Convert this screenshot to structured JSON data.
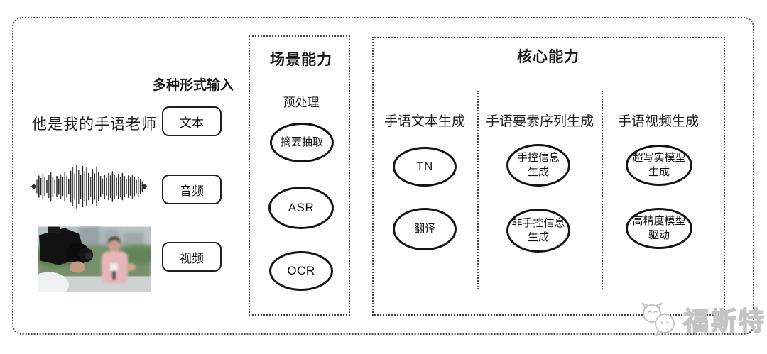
{
  "colors": {
    "background": "#ffffff",
    "ink": "#1c1c1c",
    "border": "#4d4d4d",
    "watermark": "#c4c4c4"
  },
  "input_section": {
    "label": "多种形式输入",
    "text_example": "他是我的手语老师",
    "items": [
      {
        "label": "文本"
      },
      {
        "label": "音频"
      },
      {
        "label": "视频"
      }
    ]
  },
  "scene_box": {
    "title": "场景能力",
    "subtitle": "预处理",
    "nodes": [
      "摘要抽取",
      "ASR",
      "OCR"
    ]
  },
  "core_box": {
    "title": "核心能力",
    "columns": [
      {
        "header": "手语文本生成",
        "nodes": [
          [
            "TN"
          ],
          [
            "翻译"
          ]
        ]
      },
      {
        "header": "手语要素序列生成",
        "nodes": [
          [
            "手控信息",
            "生成"
          ],
          [
            "非手控信息",
            "生成"
          ]
        ]
      },
      {
        "header": "手语视频生成",
        "nodes": [
          [
            "超写实模型",
            "生成"
          ],
          [
            "高精度模型",
            "驱动"
          ]
        ]
      }
    ]
  },
  "watermark": {
    "text": "福斯特"
  },
  "waveform": {
    "amplitudes": [
      0.3,
      0.5,
      0.38,
      0.6,
      0.42,
      0.28,
      0.52,
      0.65,
      0.45,
      0.3,
      0.48,
      0.36,
      0.55,
      0.42,
      0.68,
      0.5,
      0.35,
      0.72,
      0.9,
      0.6,
      1.0,
      0.78,
      0.55,
      0.95,
      0.7,
      0.88,
      0.62,
      0.45,
      0.8,
      0.6,
      0.92,
      0.68,
      0.48,
      0.35,
      0.55,
      0.4,
      0.62,
      0.5,
      0.7,
      0.55,
      0.4,
      0.58,
      0.45,
      0.62,
      0.48,
      0.35,
      0.5,
      0.4,
      0.55,
      0.42,
      0.3,
      0.45,
      0.32,
      0.22
    ]
  }
}
